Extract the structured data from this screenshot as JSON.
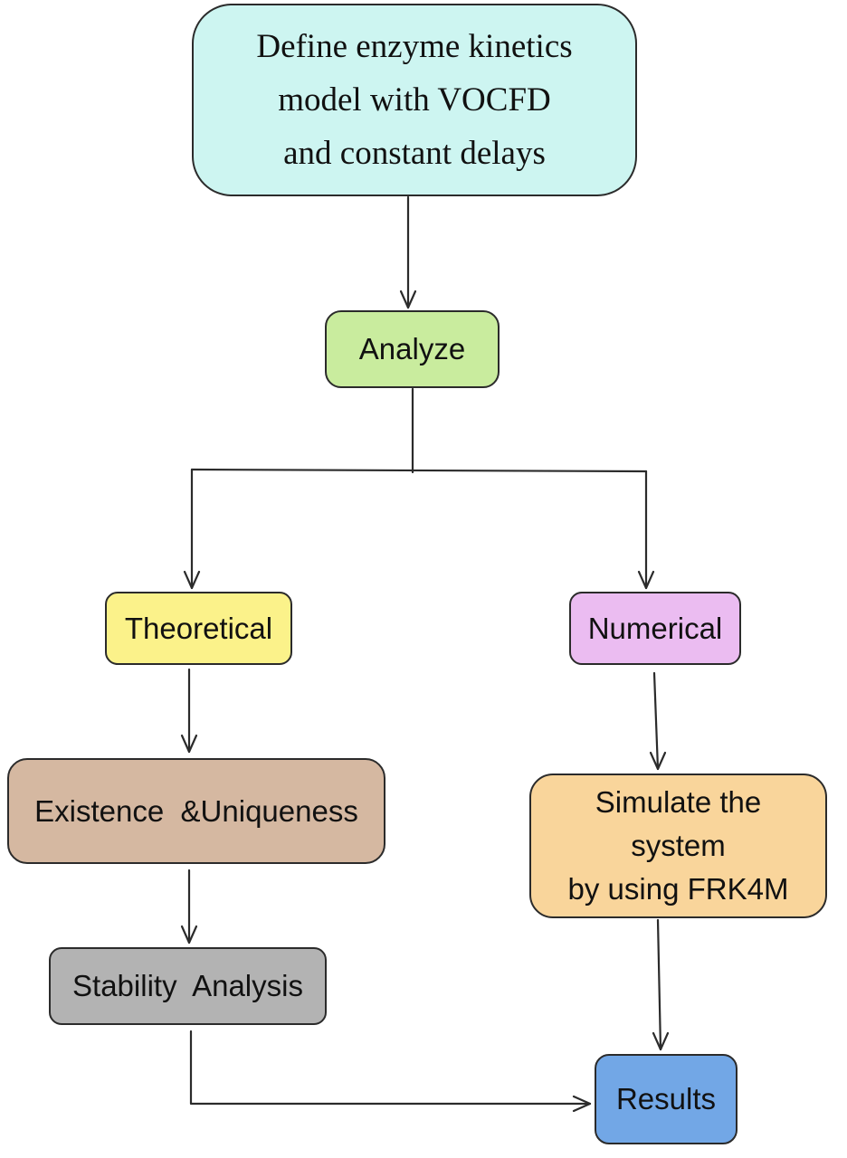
{
  "nodes": {
    "define": {
      "label": "Define enzyme kinetics\nmodel with VOCFD\nand constant delays",
      "color": "#cdf5f1"
    },
    "analyze": {
      "label": "Analyze",
      "color": "#c9ec9e"
    },
    "theoretical": {
      "label": "Theoretical",
      "color": "#fbf28a"
    },
    "numerical": {
      "label": "Numerical",
      "color": "#ebbcf1"
    },
    "existence": {
      "label": "Existence  &Uniqueness",
      "color": "#d5b8a1"
    },
    "simulate": {
      "label": "Simulate the\nsystem\nby using FRK4M",
      "color": "#f9d59b"
    },
    "stability": {
      "label": "Stability  Analysis",
      "color": "#b3b3b3"
    },
    "results": {
      "label": "Results",
      "color": "#72a7e6"
    }
  },
  "edge_color": "#2b2b2b"
}
